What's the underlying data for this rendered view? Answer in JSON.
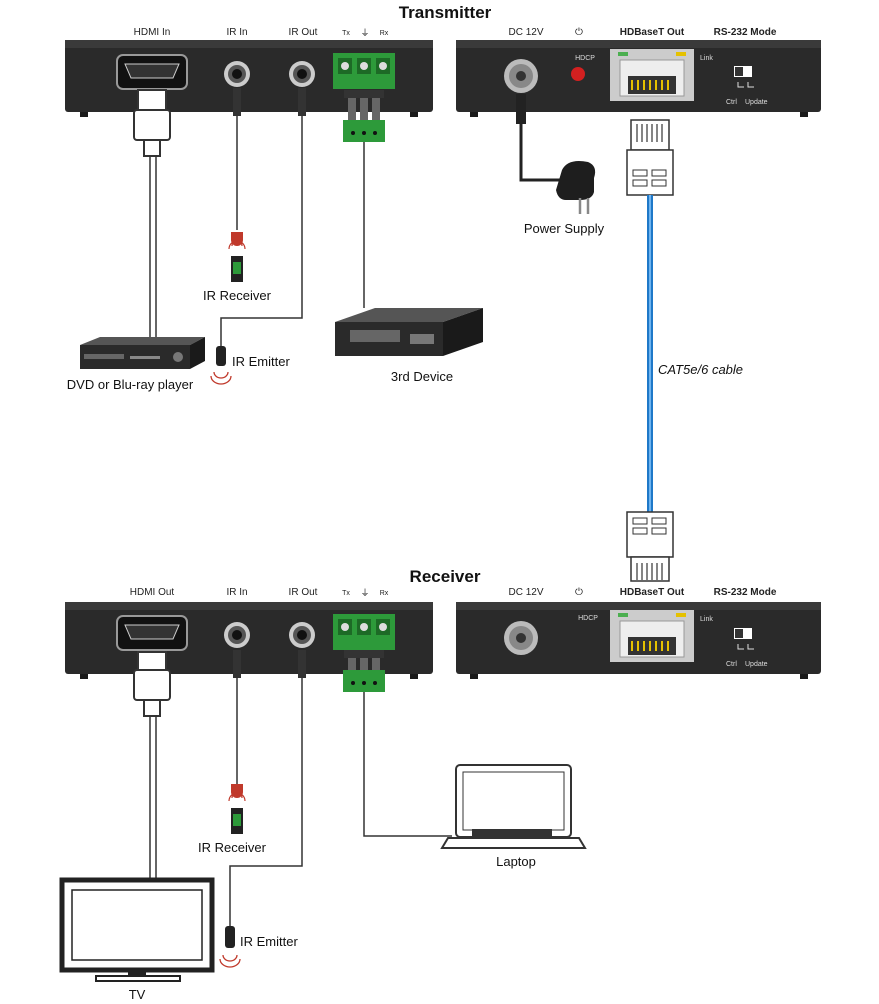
{
  "titles": {
    "transmitter": "Transmitter",
    "receiver": "Receiver"
  },
  "tx_left": {
    "hdmi": "HDMI In",
    "ir_in": "IR In",
    "ir_out": "IR Out",
    "tx": "Tx",
    "rx": "Rx"
  },
  "tx_right": {
    "dc": "DC 12V",
    "power": "⏻",
    "hdbaset": "HDBaseT Out",
    "rs232": "RS-232 Mode",
    "hdcp": "HDCP",
    "link": "Link",
    "ctrl": "Ctrl",
    "update": "Update"
  },
  "rx_left": {
    "hdmi": "HDMI Out",
    "ir_in": "IR In",
    "ir_out": "IR Out",
    "tx": "Tx",
    "rx": "Rx"
  },
  "rx_right": {
    "dc": "DC 12V",
    "power": "⏻",
    "hdbaset": "HDBaseT Out",
    "rs232": "RS-232 Mode",
    "hdcp": "HDCP",
    "link": "Link",
    "ctrl": "Ctrl",
    "update": "Update"
  },
  "devices": {
    "ir_receiver_tx": "IR Receiver",
    "ir_emitter_tx": "IR Emitter",
    "dvd": "DVD or Blu-ray player",
    "third_device": "3rd Device",
    "power_supply": "Power Supply",
    "cable": "CAT5e/6 cable",
    "ir_receiver_rx": "IR Receiver",
    "ir_emitter_rx": "IR Emitter",
    "laptop": "Laptop",
    "tv": "TV"
  }
}
